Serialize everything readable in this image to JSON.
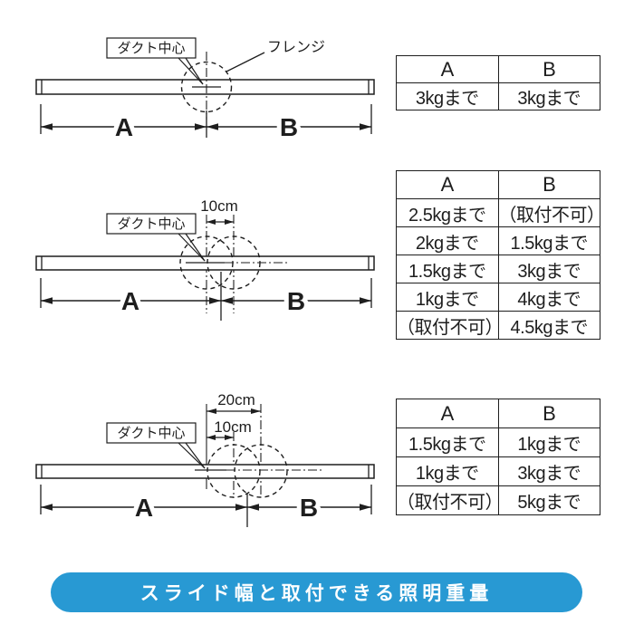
{
  "banner": {
    "label": "スライド幅と取付できる照明重量",
    "bg_color": "#2899D3",
    "text_color": "#ffffff"
  },
  "colors": {
    "line": "#1e1e1e"
  },
  "diagrams": [
    {
      "id": "no-slide",
      "labels": {
        "duct_center": "ダクト中心",
        "flange": "フレンジ",
        "dim_a": "A",
        "dim_b": "B"
      },
      "table": {
        "headers": [
          "A",
          "B"
        ],
        "rows": [
          [
            "3kgまで",
            "3kgまで"
          ]
        ]
      }
    },
    {
      "id": "slide-10cm",
      "labels": {
        "duct_center": "ダクト中心",
        "offset": "10cm",
        "dim_a": "A",
        "dim_b": "B"
      },
      "table": {
        "headers": [
          "A",
          "B"
        ],
        "rows": [
          [
            "2.5kgまで",
            "（取付不可）"
          ],
          [
            "2kgまで",
            "1.5kgまで"
          ],
          [
            "1.5kgまで",
            "3kgまで"
          ],
          [
            "1kgまで",
            "4kgまで"
          ],
          [
            "（取付不可）",
            "4.5kgまで"
          ]
        ]
      }
    },
    {
      "id": "slide-20cm",
      "labels": {
        "duct_center": "ダクト中心",
        "offset_outer": "20cm",
        "offset_inner": "10cm",
        "dim_a": "A",
        "dim_b": "B"
      },
      "table": {
        "headers": [
          "A",
          "B"
        ],
        "rows": [
          [
            "1.5kgまで",
            "1kgまで"
          ],
          [
            "1kgまで",
            "3kgまで"
          ],
          [
            "（取付不可）",
            "5kgまで"
          ]
        ]
      }
    }
  ]
}
